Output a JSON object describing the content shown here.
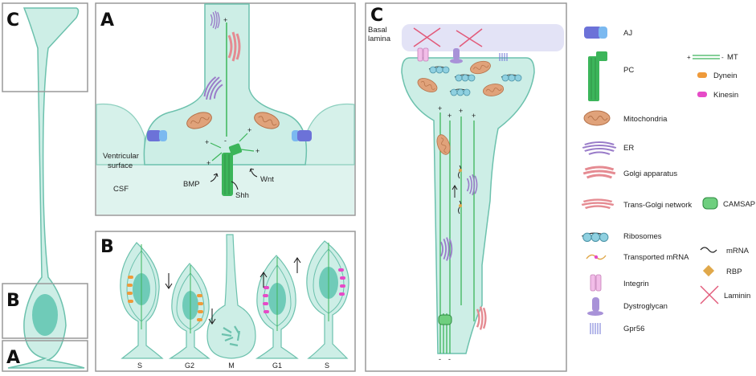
{
  "panels": {
    "overview": {
      "label_c": "C",
      "label_b": "B",
      "label_a": "A"
    },
    "panel_a": {
      "label": "A",
      "ventricular_surface_1": "Ventricular",
      "ventricular_surface_2": "surface",
      "csf": "CSF",
      "bmp": "BMP",
      "shh": "Shh",
      "wnt": "Wnt"
    },
    "panel_b": {
      "label": "B",
      "phases": [
        "S",
        "G2",
        "M",
        "G1",
        "S"
      ]
    },
    "panel_c": {
      "label": "C",
      "basal_lamina_1": "Basal",
      "basal_lamina_2": "lamina"
    }
  },
  "legend": {
    "aj": "AJ",
    "pc": "PC",
    "mitochondria": "Mitochondria",
    "er": "ER",
    "golgi": "Golgi apparatus",
    "trans_golgi": "Trans-Golgi network",
    "ribosomes": "Ribosomes",
    "transported_mrna": "Transported mRNA",
    "integrin": "Integrin",
    "dystroglycan": "Dystroglycan",
    "gpr56": "Gpr56",
    "mt": "MT",
    "dynein": "Dynein",
    "kinesin": "Kinesin",
    "camsap": "CAMSAP",
    "mrna": "mRNA",
    "rbp": "RBP",
    "laminin": "Laminin"
  },
  "colors": {
    "cell": "#cdeee6",
    "cell_stroke": "#6cc1ad",
    "nucleus": "#6fcbb8",
    "mt": "#3cb55a",
    "mito": "#e0a27a",
    "er": "#a98ad0",
    "golgi": "#ec9aa0",
    "aj": "#6c72d8",
    "dynein": "#ef9a3a",
    "kinesin": "#e64bc7",
    "laminin": "#e25a7a"
  }
}
